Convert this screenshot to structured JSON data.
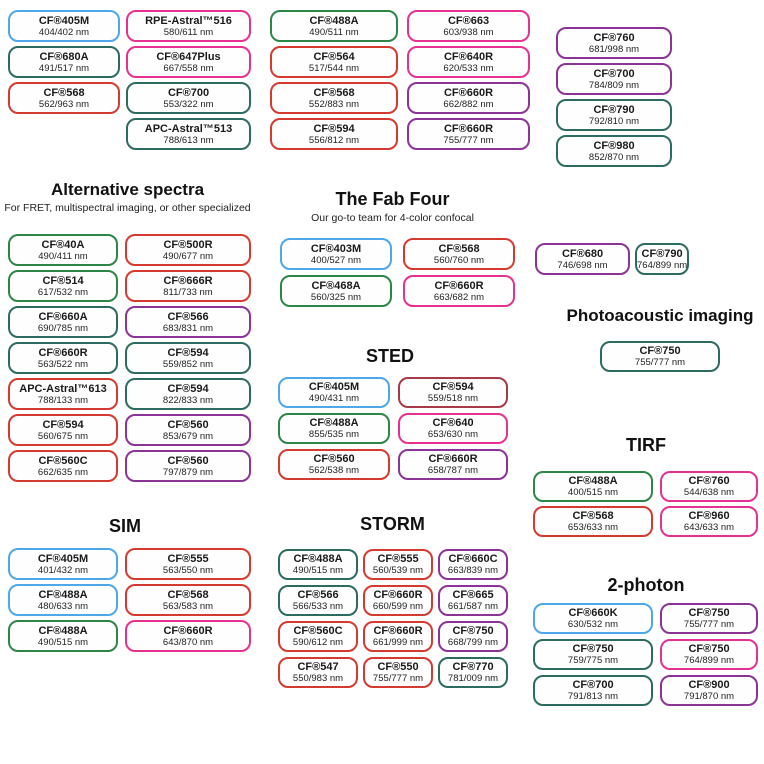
{
  "palette": {
    "blue": "#4da7e8",
    "green": "#2e8548",
    "teal": "#2d6b60",
    "red": "#d53a31",
    "pink": "#e73190",
    "purple": "#8c3397",
    "darkred": "#a83a48"
  },
  "top_groups": {
    "col1": [
      {
        "name": "CF®405M",
        "ex_em": "404/402 nm",
        "color": "blue"
      },
      {
        "name": "CF®680A",
        "ex_em": "491/517 nm",
        "color": "teal"
      },
      {
        "name": "CF®568",
        "ex_em": "562/963 nm",
        "color": "red"
      }
    ],
    "col2": [
      {
        "name": "RPE-Astral™516",
        "ex_em": "580/611 nm",
        "color": "pink"
      },
      {
        "name": "CF®647Plus",
        "ex_em": "667/558 nm",
        "color": "pink"
      },
      {
        "name": "CF®700",
        "ex_em": "553/322 nm",
        "color": "teal"
      },
      {
        "name": "APC-Astral™513",
        "ex_em": "788/613 nm",
        "color": "teal"
      }
    ],
    "col3": [
      {
        "name": "CF®488A",
        "ex_em": "490/511 nm",
        "color": "green"
      },
      {
        "name": "CF®564",
        "ex_em": "517/544 nm",
        "color": "red"
      },
      {
        "name": "CF®568",
        "ex_em": "552/883 nm",
        "color": "red"
      },
      {
        "name": "CF®594",
        "ex_em": "556/812 nm",
        "color": "red"
      }
    ],
    "col4": [
      {
        "name": "CF®663",
        "ex_em": "603/938 nm",
        "color": "pink"
      },
      {
        "name": "CF®640R",
        "ex_em": "620/533 nm",
        "color": "pink"
      },
      {
        "name": "CF®660R",
        "ex_em": "662/882 nm",
        "color": "purple"
      },
      {
        "name": "CF®660R",
        "ex_em": "755/777 nm",
        "color": "purple"
      }
    ],
    "col5": [
      {
        "name": "CF®760",
        "ex_em": "681/998 nm",
        "color": "purple"
      },
      {
        "name": "CF®700",
        "ex_em": "784/809 nm",
        "color": "purple"
      },
      {
        "name": "CF®790",
        "ex_em": "792/810 nm",
        "color": "teal"
      },
      {
        "name": "CF®980",
        "ex_em": "852/870 nm",
        "color": "teal"
      }
    ]
  },
  "sections": {
    "alternative_spectra": {
      "title": "Alternative spectra",
      "subtitle": "For FRET, multispectral imaging, or other specialized",
      "pills": [
        {
          "name": "CF®40A",
          "ex_em": "490/411 nm",
          "color": "green"
        },
        {
          "name": "CF®500R",
          "ex_em": "490/677 nm",
          "color": "red"
        },
        {
          "name": "CF®514",
          "ex_em": "617/532 nm",
          "color": "green"
        },
        {
          "name": "CF®666R",
          "ex_em": "811/733 nm",
          "color": "red"
        },
        {
          "name": "CF®660A",
          "ex_em": "690/785 nm",
          "color": "teal"
        },
        {
          "name": "CF®566",
          "ex_em": "683/831 nm",
          "color": "purple"
        },
        {
          "name": "CF®660R",
          "ex_em": "563/522 nm",
          "color": "teal"
        },
        {
          "name": "CF®594",
          "ex_em": "559/852 nm",
          "color": "teal"
        },
        {
          "name": "APC-Astral™613",
          "ex_em": "788/133 nm",
          "color": "red"
        },
        {
          "name": "CF®594",
          "ex_em": "822/833 nm",
          "color": "teal"
        },
        {
          "name": "CF®594",
          "ex_em": "560/675 nm",
          "color": "red"
        },
        {
          "name": "CF®560",
          "ex_em": "853/679 nm",
          "color": "purple"
        },
        {
          "name": "CF®560C",
          "ex_em": "662/635 nm",
          "color": "red"
        },
        {
          "name": "CF®560",
          "ex_em": "797/879 nm",
          "color": "purple"
        }
      ]
    },
    "fab_four": {
      "title": "The Fab Four",
      "subtitle": "Our go-to team for 4-color confocal",
      "pills": [
        {
          "name": "CF®403M",
          "ex_em": "400/527 nm",
          "color": "blue"
        },
        {
          "name": "CF®568",
          "ex_em": "560/760 nm",
          "color": "red"
        },
        {
          "name": "CF®468A",
          "ex_em": "560/325 nm",
          "color": "green"
        },
        {
          "name": "CF®660R",
          "ex_em": "663/682 nm",
          "color": "pink"
        }
      ]
    },
    "sted": {
      "title": "STED",
      "pills": [
        {
          "name": "CF®405M",
          "ex_em": "490/431 nm",
          "color": "blue"
        },
        {
          "name": "CF®594",
          "ex_em": "559/518 nm",
          "color": "darkred"
        },
        {
          "name": "CF®488A",
          "ex_em": "855/535 nm",
          "color": "green"
        },
        {
          "name": "CF®640",
          "ex_em": "653/630 nm",
          "color": "pink"
        },
        {
          "name": "CF®560",
          "ex_em": "562/538 nm",
          "color": "red"
        },
        {
          "name": "CF®660R",
          "ex_em": "658/787 nm",
          "color": "purple"
        }
      ]
    },
    "sim": {
      "title": "SIM",
      "pills": [
        {
          "name": "CF®405M",
          "ex_em": "401/432 nm",
          "color": "blue"
        },
        {
          "name": "CF®555",
          "ex_em": "563/550 nm",
          "color": "red"
        },
        {
          "name": "CF®488A",
          "ex_em": "480/633 nm",
          "color": "blue"
        },
        {
          "name": "CF®568",
          "ex_em": "563/583 nm",
          "color": "red"
        },
        {
          "name": "CF®488A",
          "ex_em": "490/515 nm",
          "color": "green"
        },
        {
          "name": "CF®660R",
          "ex_em": "643/870 nm",
          "color": "pink"
        }
      ]
    },
    "storm": {
      "title": "STORM",
      "pills": [
        {
          "name": "CF®488A",
          "ex_em": "490/515 nm",
          "color": "teal"
        },
        {
          "name": "CF®555",
          "ex_em": "560/539 nm",
          "color": "red"
        },
        {
          "name": "CF®660C",
          "ex_em": "663/839 nm",
          "color": "purple"
        },
        {
          "name": "CF®566",
          "ex_em": "566/533 nm",
          "color": "teal"
        },
        {
          "name": "CF®660R",
          "ex_em": "660/599 nm",
          "color": "red"
        },
        {
          "name": "CF®665",
          "ex_em": "661/587 nm",
          "color": "purple"
        },
        {
          "name": "CF®560C",
          "ex_em": "590/612 nm",
          "color": "red"
        },
        {
          "name": "CF®660R",
          "ex_em": "661/999 nm",
          "color": "red"
        },
        {
          "name": "CF®750",
          "ex_em": "668/799 nm",
          "color": "purple"
        },
        {
          "name": "CF®547",
          "ex_em": "550/983 nm",
          "color": "red"
        },
        {
          "name": "CF®550",
          "ex_em": "755/777 nm",
          "color": "red"
        },
        {
          "name": "CF®770",
          "ex_em": "781/009 nm",
          "color": "teal"
        }
      ]
    },
    "right_pair": {
      "pills": [
        {
          "name": "CF®680",
          "ex_em": "746/698 nm",
          "color": "purple"
        },
        {
          "name": "CF®790",
          "ex_em": "764/899 nm",
          "color": "teal"
        }
      ]
    },
    "photoacoustic": {
      "title": "Photoacoustic imaging",
      "pills": [
        {
          "name": "CF®750",
          "ex_em": "755/777 nm",
          "color": "teal"
        }
      ]
    },
    "tirf": {
      "title": "TIRF",
      "pills": [
        {
          "name": "CF®488A",
          "ex_em": "400/515 nm",
          "color": "green"
        },
        {
          "name": "CF®760",
          "ex_em": "544/638 nm",
          "color": "pink"
        },
        {
          "name": "CF®568",
          "ex_em": "653/633 nm",
          "color": "red"
        },
        {
          "name": "CF®960",
          "ex_em": "643/633 nm",
          "color": "pink"
        }
      ]
    },
    "two_photon": {
      "title": "2-photon",
      "pills": [
        {
          "name": "CF®660K",
          "ex_em": "630/532 nm",
          "color": "blue"
        },
        {
          "name": "CF®750",
          "ex_em": "755/777 nm",
          "color": "purple"
        },
        {
          "name": "CF®750",
          "ex_em": "759/775 nm",
          "color": "teal"
        },
        {
          "name": "CF®750",
          "ex_em": "764/899 nm",
          "color": "pink"
        },
        {
          "name": "CF®700",
          "ex_em": "791/813 nm",
          "color": "teal"
        },
        {
          "name": "CF®900",
          "ex_em": "791/870 nm",
          "color": "purple"
        }
      ]
    }
  }
}
